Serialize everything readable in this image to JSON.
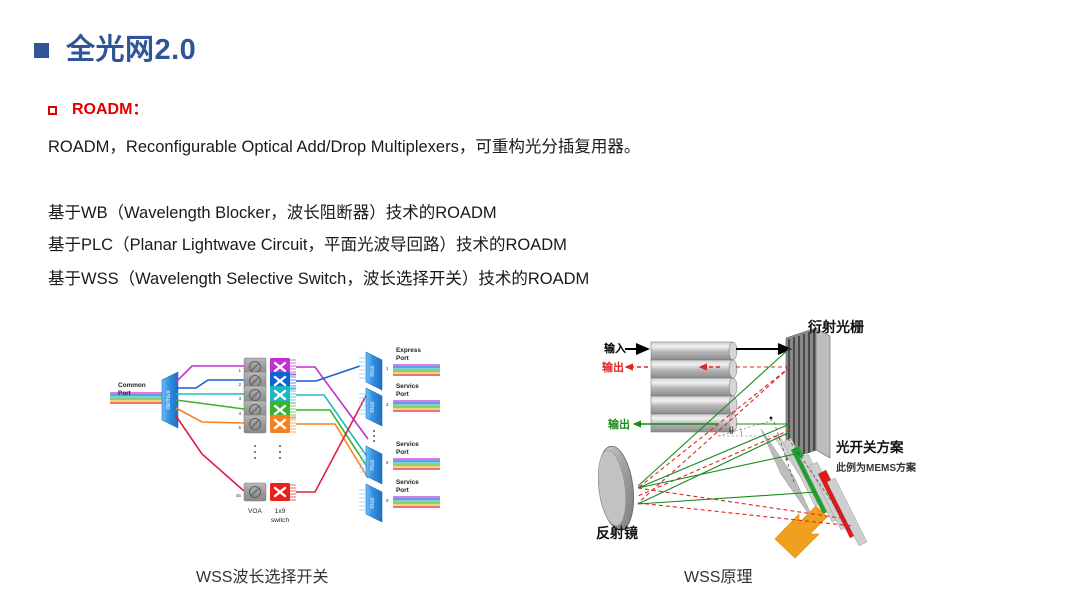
{
  "slide": {
    "title": "全光网2.0",
    "title_color": "#2f5597",
    "accent_red": "#e00000"
  },
  "heading": {
    "label": "ROADM："
  },
  "body": {
    "definition": "ROADM，Reconfigurable Optical Add/Drop Multiplexers，可重构光分插复用器。",
    "line_wb": "基于WB（Wavelength Blocker，波长阻断器）技术的ROADM",
    "line_plc": "基于PLC（Planar Lightwave Circuit，平面光波导回路）技术的ROADM",
    "line_wss": "基于WSS（Wavelength Selective Switch，波长选择开关）技术的ROADM"
  },
  "figures": {
    "left": {
      "caption": "WSS波长选择开关",
      "common_port": "Common\nPort",
      "common_port_l1": "Common",
      "common_port_l2": "Port",
      "demux_label": "demux",
      "mux_label": "mux",
      "voa_label": "VOA",
      "switch_label_l1": "1x9",
      "switch_label_l2": "switch",
      "channel_numbers": [
        "1",
        "2",
        "3",
        "4",
        "5",
        "45"
      ],
      "output_numbers": [
        "1",
        "2",
        "8",
        "9"
      ],
      "output_ports": [
        {
          "l1": "Express",
          "l2": "Port"
        },
        {
          "l1": "Service",
          "l2": "Port"
        },
        {
          "l1": "Service",
          "l2": "Port"
        },
        {
          "l1": "Service",
          "l2": "Port"
        }
      ],
      "channel_colors": [
        "#c42fd0",
        "#1060d8",
        "#20b8c0",
        "#3cb22e",
        "#f58220",
        "#e02040"
      ],
      "block_color": "#2f8fe0"
    },
    "right": {
      "caption": "WSS原理",
      "grating_label": "衍射光栅",
      "mirror_label": "反射镜",
      "input_label": "输入",
      "output_label_red": "输出",
      "output_label_green": "输出",
      "switch_title": "光开关方案",
      "switch_note": "此例为MEMS方案",
      "angle_label": "θ",
      "input_color": "#000000",
      "red_path_color": "#e02424",
      "green_path_color": "#1a8a1a",
      "arrow_color": "#f0a01e"
    }
  }
}
